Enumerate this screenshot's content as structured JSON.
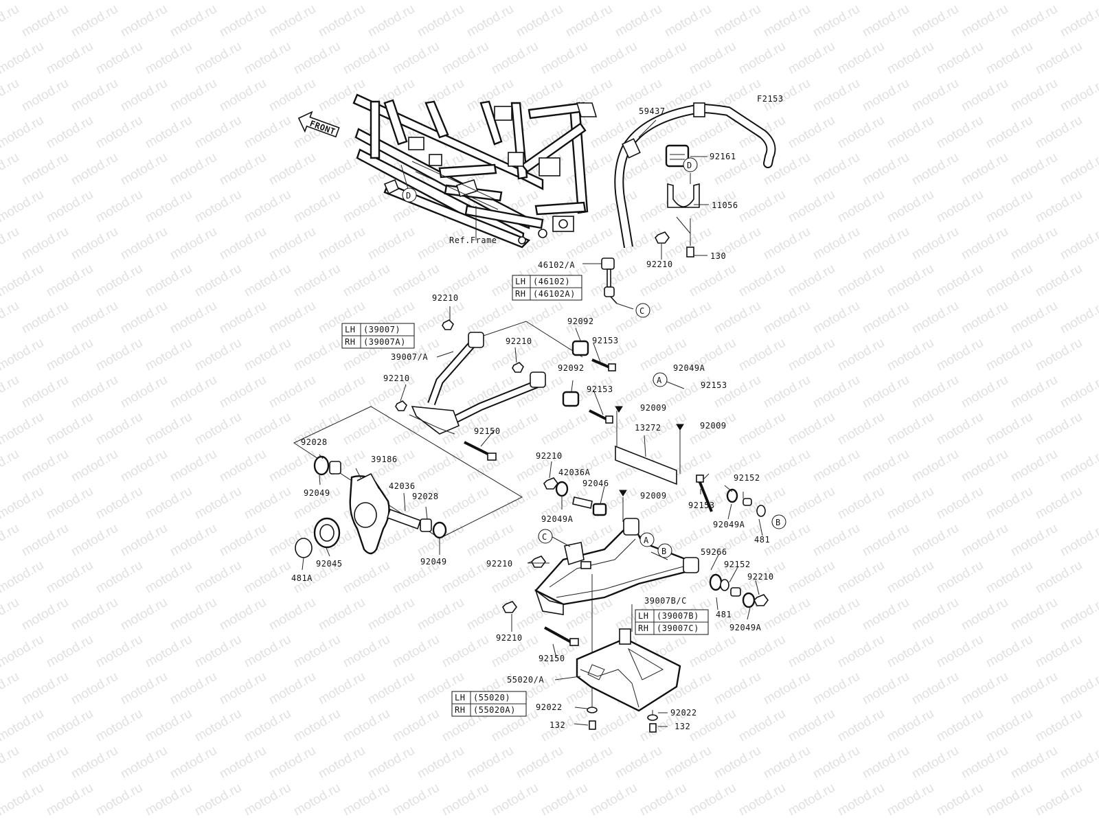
{
  "figure_code": "F2153",
  "front_label": "FRONT",
  "ref_frame_label": "Ref.Frame",
  "watermark_text": "motod.ru",
  "callouts": {
    "A": "A",
    "B": "B",
    "C": "C",
    "D": "D"
  },
  "parts": {
    "p59437": "59437",
    "p92161": "92161",
    "p11056": "11056",
    "p130": "130",
    "p92210_top": "92210",
    "p46102A": "46102/A",
    "p92210_a": "92210",
    "p92092_a": "92092",
    "p92153_a": "92153",
    "p39007A": "39007/A",
    "p92210_b": "92210",
    "p92092_b": "92092",
    "p92210_c": "92210",
    "p92153_b": "92153",
    "p92049A_a": "92049A",
    "p92153_c": "92153",
    "p92009_a": "92009",
    "p92009_b": "92009",
    "p13272": "13272",
    "p92150_a": "92150",
    "p92028_a": "92028",
    "p39186": "39186",
    "p92049_a": "92049",
    "p42036": "42036",
    "p92028_b": "92028",
    "p92049_b": "92049",
    "p92045": "92045",
    "p481A": "481A",
    "p92210_d": "92210",
    "p42036A": "42036A",
    "p92046": "92046",
    "p92009_c": "92009",
    "p92049A_b": "92049A",
    "p92153_d": "92153",
    "p92152_a": "92152",
    "p92049A_c": "92049A",
    "p481_a": "481",
    "p59266": "59266",
    "p92152_b": "92152",
    "p92210_e": "92210",
    "p92210_f": "92210",
    "p39007BC": "39007B/C",
    "p481_b": "481",
    "p92049A_d": "92049A",
    "p92210_g": "92210",
    "p92150_b": "92150",
    "p55020A": "55020/A",
    "p92022_a": "92022",
    "p92022_b": "92022",
    "p132_a": "132",
    "p132_b": "132"
  },
  "tables": {
    "t46102": {
      "lh": "LH",
      "lh_val": "(46102)",
      "rh": "RH",
      "rh_val": "(46102A)"
    },
    "t39007": {
      "lh": "LH",
      "lh_val": "(39007)",
      "rh": "RH",
      "rh_val": "(39007A)"
    },
    "t39007B": {
      "lh": "LH",
      "lh_val": "(39007B)",
      "rh": "RH",
      "rh_val": "(39007C)"
    },
    "t55020": {
      "lh": "LH",
      "lh_val": "(55020)",
      "rh": "RH",
      "rh_val": "(55020A)"
    }
  }
}
